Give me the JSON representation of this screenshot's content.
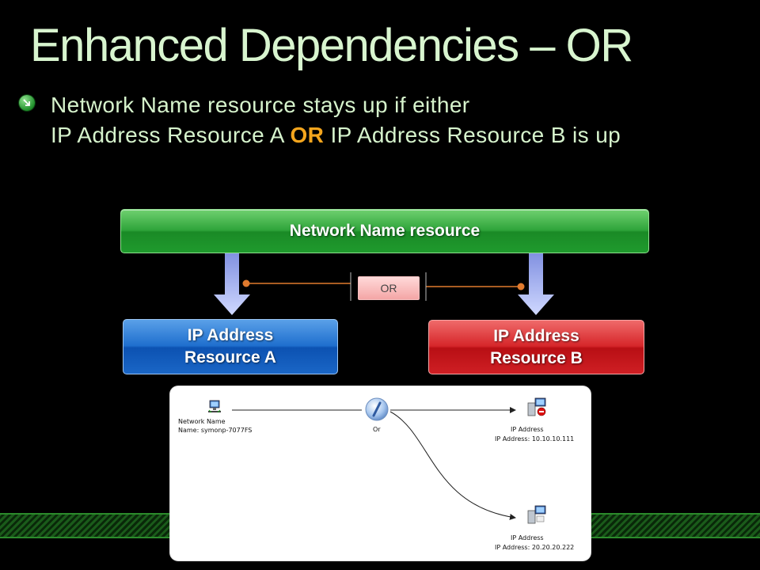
{
  "slide": {
    "title": "Enhanced Dependencies – OR",
    "bullet": {
      "line1": "Network Name resource stays up if either",
      "line2_pre": "IP Address Resource A ",
      "line2_or": "OR",
      "line2_post": " IP Address Resource B is up"
    }
  },
  "diagram": {
    "network_name_box": "Network Name resource",
    "or_label": "OR",
    "ip_a": {
      "line1": "IP Address",
      "line2": "Resource A"
    },
    "ip_b": {
      "line1": "IP Address",
      "line2": "Resource B"
    },
    "colors": {
      "green": "#2ea43a",
      "blue": "#1f6fce",
      "red": "#d6262a",
      "orange": "#f4a51d"
    }
  },
  "screenshot": {
    "network_name": {
      "title": "Network Name",
      "detail": "Name: symonp-7077FS"
    },
    "or_node": "Or",
    "ip1": {
      "title": "IP Address",
      "detail": "IP Address: 10.10.10.111"
    },
    "ip2": {
      "title": "IP Address",
      "detail": "IP Address: 20.20.20.222"
    }
  }
}
